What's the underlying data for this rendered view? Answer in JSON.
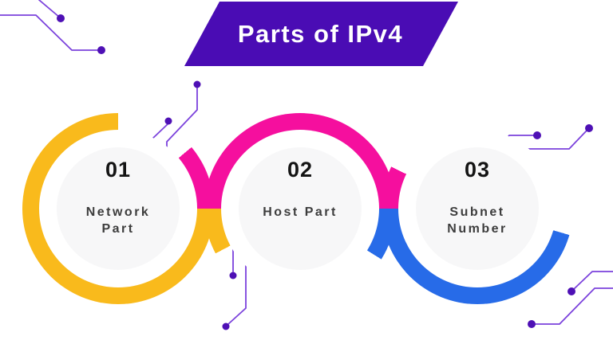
{
  "title": {
    "text": "Parts of IPv4"
  },
  "steps": [
    {
      "number": "01",
      "label_line1": "Network",
      "label_line2": "Part",
      "ring_color": "#F9BA1C"
    },
    {
      "number": "02",
      "label_line1": "Host Part",
      "label_line2": "",
      "ring_color": "#F50F9E"
    },
    {
      "number": "03",
      "label_line1": "Subnet",
      "label_line2": "Number",
      "ring_color": "#276BE8"
    }
  ],
  "colors": {
    "yellow": "#F9BA1C",
    "pink": "#F50F9E",
    "blue": "#276BE8",
    "banner": "#4A0CB4",
    "circuit_line": "#7B42DC",
    "circuit_dot": "#4E10B5",
    "disc": "#F7F7F8",
    "number_text": "#141414",
    "label_text": "#3D3D3D",
    "title_text": "#FFFFFF"
  }
}
